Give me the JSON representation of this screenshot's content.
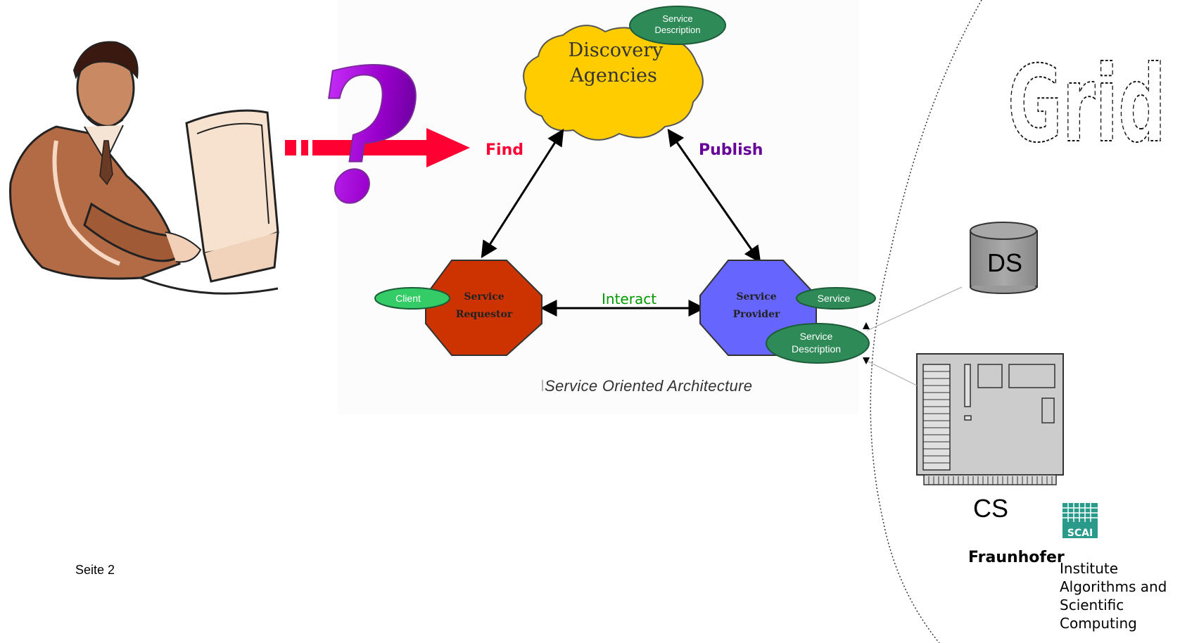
{
  "diagram": {
    "find_label": "Find",
    "publish_label": "Publish",
    "interact_label": "Interact",
    "discovery": {
      "line1": "Discovery",
      "line2": "Agencies"
    },
    "discovery_service_desc": {
      "line1": "Service",
      "line2": "Description"
    },
    "requester": {
      "line1": "Service",
      "line2": "Requestor"
    },
    "client_label": "Client",
    "provider": {
      "line1": "Service",
      "line2": "Provider"
    },
    "provider_service_label": "Service",
    "provider_service_desc": {
      "line1": "Service",
      "line2": "Description"
    },
    "caption": "Service Oriented Architecture",
    "grid_word": "Grid",
    "ds_label": "DS",
    "cs_label": "CS",
    "question_mark": "?"
  },
  "colors": {
    "cloud": "#ffcc00",
    "requester": "#cc3300",
    "provider": "#6666ff",
    "pill": "#2e8b57",
    "client_pill": "#33cc66",
    "find_arrow": "#ff0033",
    "publish": "#660099",
    "interact": "#009900"
  },
  "footer": {
    "page": "Seite 2"
  },
  "logo": {
    "badge": "SCAI",
    "org": "Fraunhofer",
    "inst_line1": "Institute",
    "inst_line2": "Algorithms and",
    "inst_line3": "Scientific Computing"
  }
}
